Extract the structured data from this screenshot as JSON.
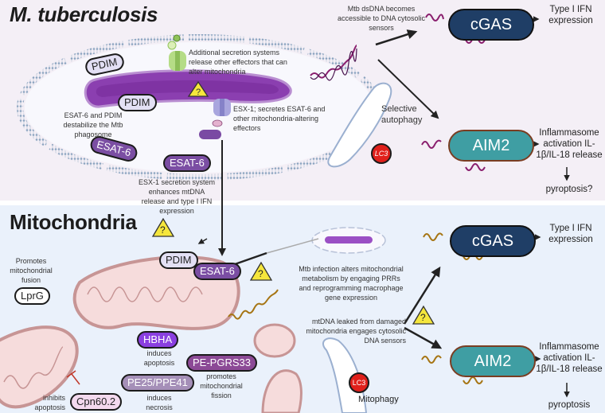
{
  "colors": {
    "top_bg": "#f4eff6",
    "bottom_bg": "#eaf1fb",
    "mtb_purple": "#8b3fb0",
    "esat6": "#7b4ea3",
    "pdim": "#e3e0f4",
    "cgas": "#1f3e66",
    "aim2": "#3f9ea3",
    "lc3": "#e0201b",
    "mito_fill": "#f6dcdc",
    "mito_stroke": "#c79595",
    "bacterial_dna": "#8a1f6e",
    "mtdna": "#a67514",
    "hbha": "#8a3fe0",
    "pe_pgrs33": "#8c4a96",
    "pe25": "#a58fb8",
    "cpn60": "#f3d9ee",
    "warning": "#f5e63c"
  },
  "top": {
    "title": "M. tuberculosis",
    "notes": {
      "secretion": "Additional secretion systems release other effectors that can alter mitochondria",
      "dsdna": "Mtb dsDNA becomes accessible to DNA cytosolic sensors",
      "esx1": "ESX-1; secretes ESAT-6 and other mitochondria-altering effectors",
      "phagosome": "ESAT-6 and PDIM destabilize the Mtb phagosome",
      "esx1_release": "ESX-1 secretion system enhances mtDNA release and type I IFN expression"
    },
    "pills": {
      "pdim_1": "PDIM",
      "pdim_2": "PDIM",
      "esat6_1": "ESAT-6",
      "esat6_2": "ESAT-6"
    },
    "selective_autophagy": "Selective autophagy",
    "lc3": "LC3",
    "cgas": "cGAS",
    "aim2": "AIM2",
    "cgas_output": "Type I IFN expression",
    "aim2_output": "Inflammasome activation IL-1β/IL-18 release",
    "aim2_final": "pyroptosis?",
    "warning_symbol": "?"
  },
  "bottom": {
    "title": "Mitochondria",
    "pills": {
      "pdim": "PDIM",
      "esat6": "ESAT-6",
      "lprg": "LprG",
      "hbha": "HBHA",
      "pe_pgrs33": "PE-PGRS33",
      "pe25": "PE25/PPE41",
      "cpn60": "Cpn60.2"
    },
    "notes": {
      "lprg": "Promotes mitochondrial fusion",
      "hbha": "induces apoptosis",
      "pe_pgrs33": "promotes mitochondrial fission",
      "pe25": "induces necrosis",
      "cpn60": "inhibits apoptosis",
      "metabolism": "Mtb infection alters mitochondrial metabolism by engaging PRRs and reprogramming macrophage gene expression",
      "mtdna": "mtDNA leaked from damaged mitochondria engages cytosolic DNA sensors"
    },
    "mitophagy": "Mitophagy",
    "lc3": "LC3",
    "cgas": "cGAS",
    "aim2": "AIM2",
    "cgas_output": "Type I IFN expression",
    "aim2_output": "Inflammasome activation IL-1β/IL-18 release",
    "aim2_final": "pyroptosis",
    "warning_symbol": "?"
  }
}
